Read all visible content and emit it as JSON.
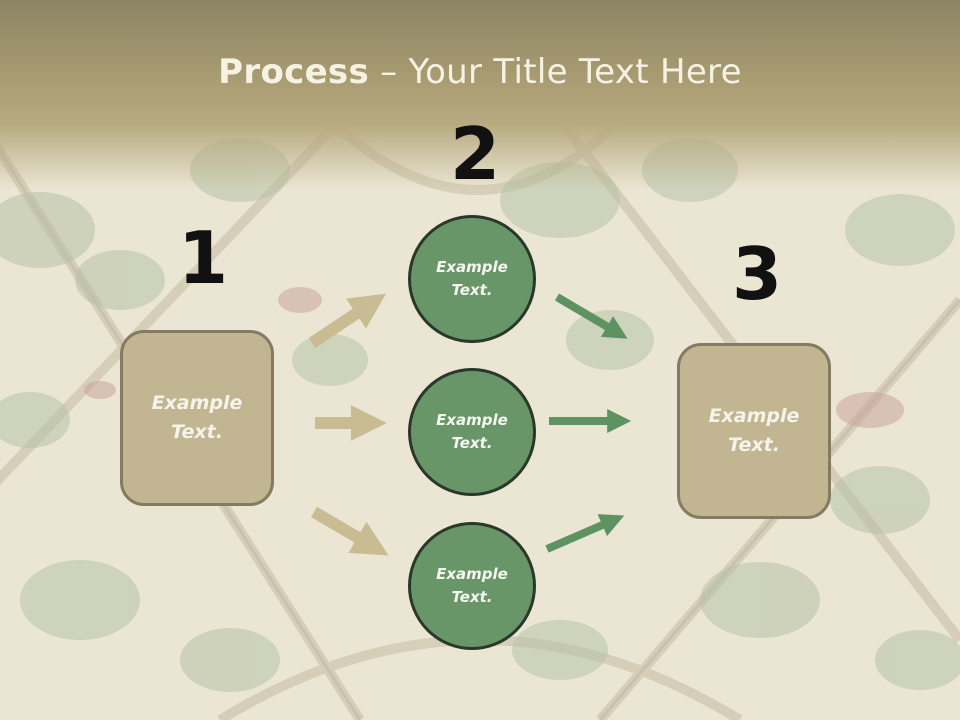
{
  "slide": {
    "title_bold": "Process",
    "title_rest": " – Your Title Text Here"
  },
  "steps": [
    {
      "number": "1",
      "text": "Example Text."
    },
    {
      "number": "2",
      "text": "Example Text."
    },
    {
      "number": "3",
      "text": "Example Text."
    }
  ],
  "circles": [
    {
      "text": "Example Text."
    },
    {
      "text": "Example Text."
    },
    {
      "text": "Example Text."
    }
  ],
  "colors": {
    "header": "#a89b71",
    "box_fill": "#c2b591",
    "circle_fill": "#699668",
    "tan_arrow": "#c9bc93",
    "green_arrow": "#5f9261"
  }
}
